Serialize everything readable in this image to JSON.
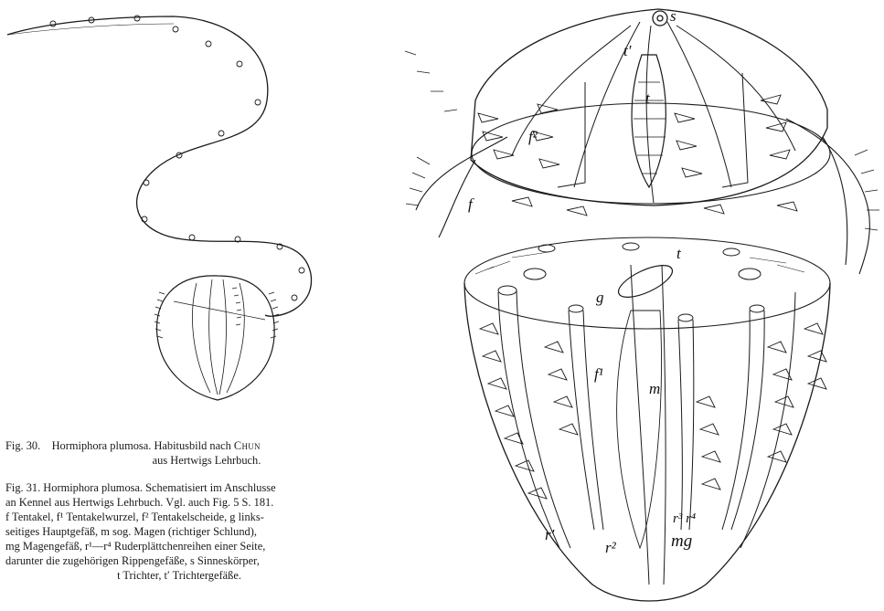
{
  "figure30": {
    "caption_line1_prefix": "Fig. 30.",
    "caption_line1_text": "Hormiphora plumosa.   Habitusbild nach",
    "caption_line1_name": "Chun",
    "caption_line2": "aus Hertwigs Lehrbuch."
  },
  "figure31": {
    "caption_lines": [
      "Fig. 31. Hormiphora plumosa.  Schematisiert im Anschlusse",
      "an Kennel aus Hertwigs Lehrbuch.  Vgl. auch Fig. 5 S. 181.",
      "f Tentakel, f¹ Tentakelwurzel, f² Tentakelscheide, g links-",
      "seitiges Hauptgefäß, m sog. Magen (richtiger Schlund),",
      "mg Magengefäß, r¹—r⁴ Ruderplättchenreihen einer Seite,",
      "darunter die zugehörigen Rippengefäße, s Sinneskörper,",
      "t Trichter, t′ Trichtergefäße."
    ],
    "labels": {
      "s": "s",
      "t_prime_upper": "t′",
      "t_upper": "t",
      "f2": "f²",
      "f": "f",
      "t_lower": "t",
      "g": "g",
      "f1": "f¹",
      "m": "m",
      "r1": "r′",
      "r2": "r²",
      "r3r4": "r³ r⁴",
      "mg": "mg"
    }
  },
  "colors": {
    "ink": "#1a1a1a",
    "paper": "#ffffff"
  }
}
